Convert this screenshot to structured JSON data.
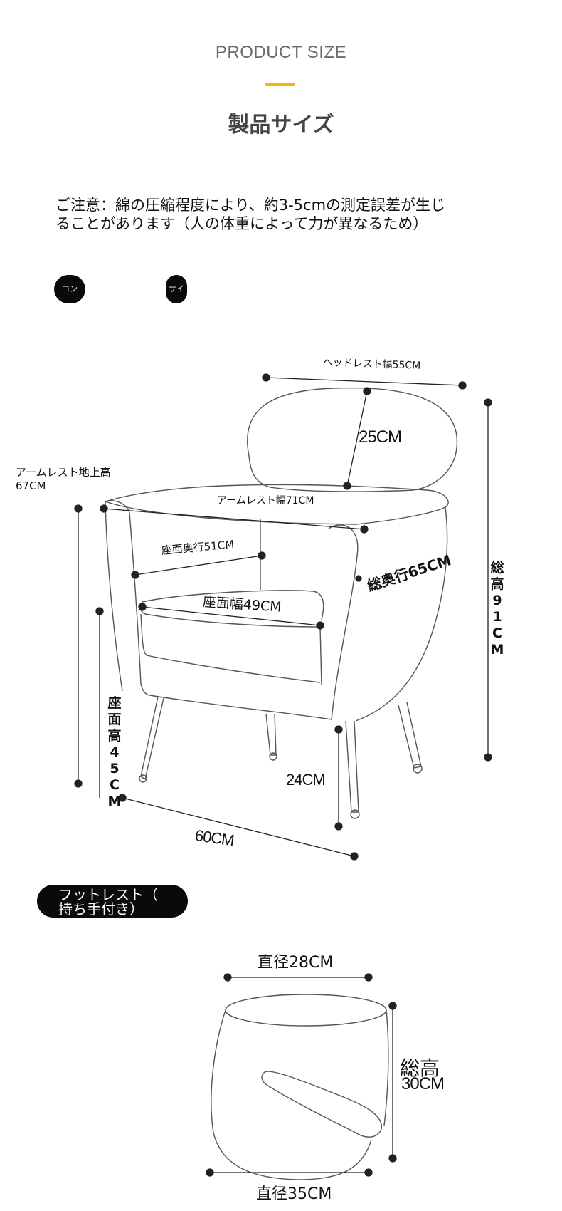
{
  "header": {
    "title_en": "PRODUCT SIZE",
    "title_jp": "製品サイズ",
    "accent_color": "#f0b800"
  },
  "notice": {
    "line1": "ご注意：綿の圧縮程度により、約3-5cmの測定誤差が生じ",
    "line2": "ることがあります（人の体重によって力が異なるため）"
  },
  "pills": {
    "left": "コン",
    "right": "サイズ"
  },
  "chair": {
    "headrest_width": "ヘッドレスト幅55CM",
    "headrest_height": "25CM",
    "arm_height_line1": "アームレスト地上高",
    "arm_height_line2": "67CM",
    "arm_width": "アームレスト幅71CM",
    "seat_depth": "座面奥行51CM",
    "total_depth": "総奥行65CM",
    "seat_width": "座面幅49CM",
    "total_height": "総高91CM",
    "seat_height": "座面高45CM",
    "leg_height": "24CM",
    "base_width": "60CM"
  },
  "footrest": {
    "pill_line1": "フットレスト（",
    "pill_line2": "持ち手付き）",
    "top_diameter": "直径28CM",
    "height_title": "総高",
    "height_value": "30CM",
    "bottom_diameter": "直径35CM"
  }
}
